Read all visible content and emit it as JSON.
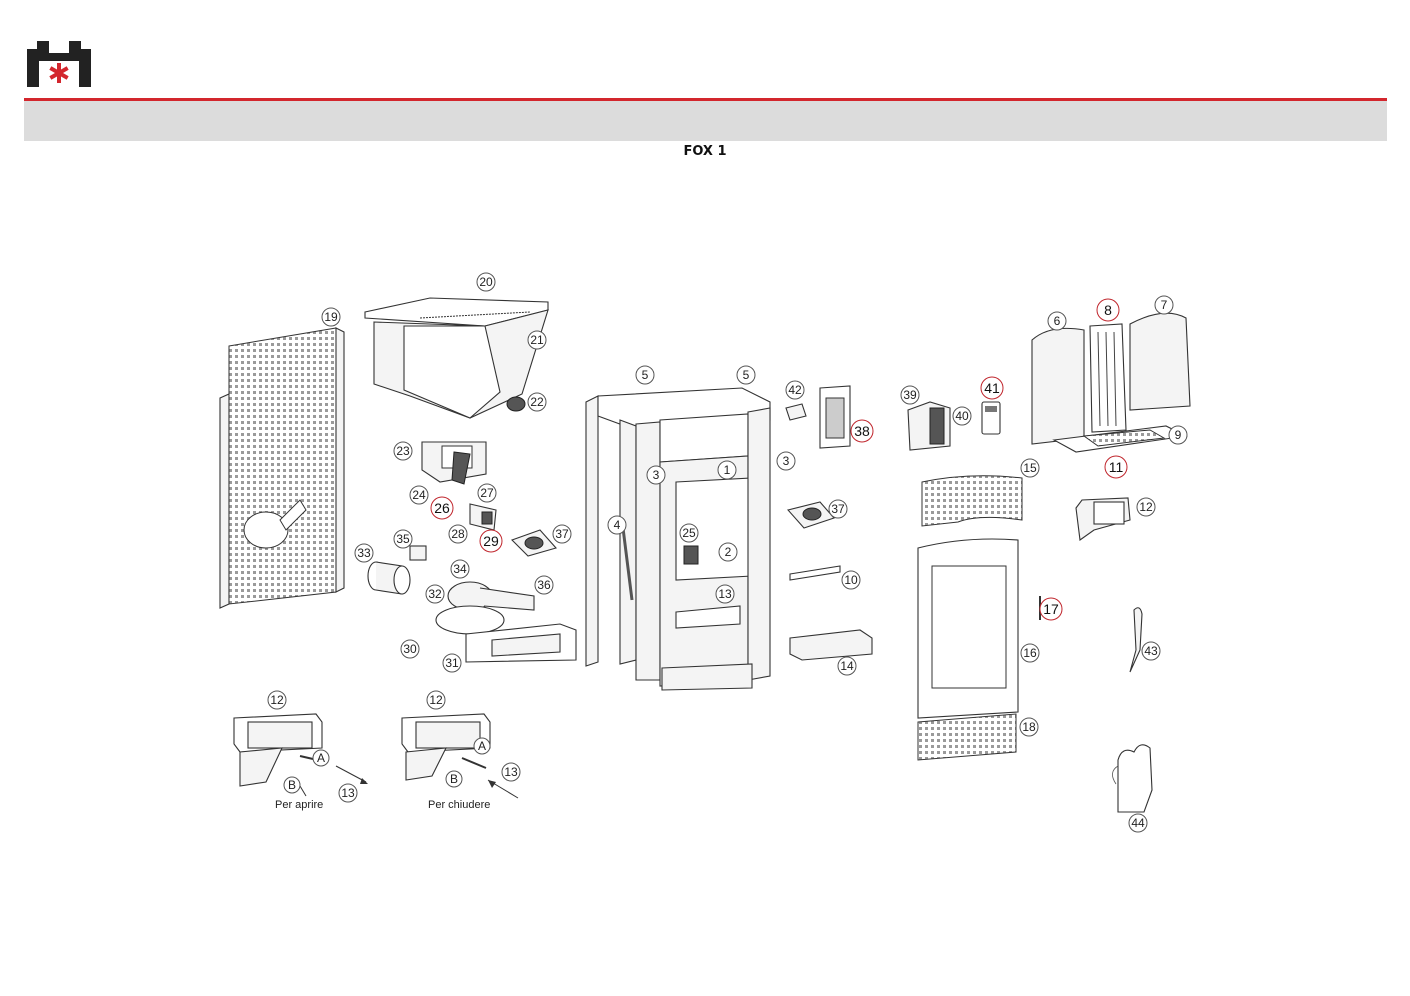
{
  "header": {
    "title": "FOX 1",
    "brand_color": "#d3262d",
    "band_color": "#dcdcdc"
  },
  "callouts": [
    "1",
    "2",
    "3",
    "4",
    "5",
    "6",
    "7",
    "8",
    "9",
    "10",
    "11",
    "12",
    "13",
    "14",
    "15",
    "16",
    "17",
    "18",
    "19",
    "20",
    "21",
    "22",
    "23",
    "24",
    "25",
    "26",
    "27",
    "28",
    "29",
    "30",
    "31",
    "32",
    "33",
    "34",
    "35",
    "36",
    "37",
    "38",
    "39",
    "40",
    "41",
    "42",
    "43",
    "44",
    "A",
    "B"
  ],
  "captions": {
    "open": "Per aprire",
    "close": "Per chiudere"
  }
}
